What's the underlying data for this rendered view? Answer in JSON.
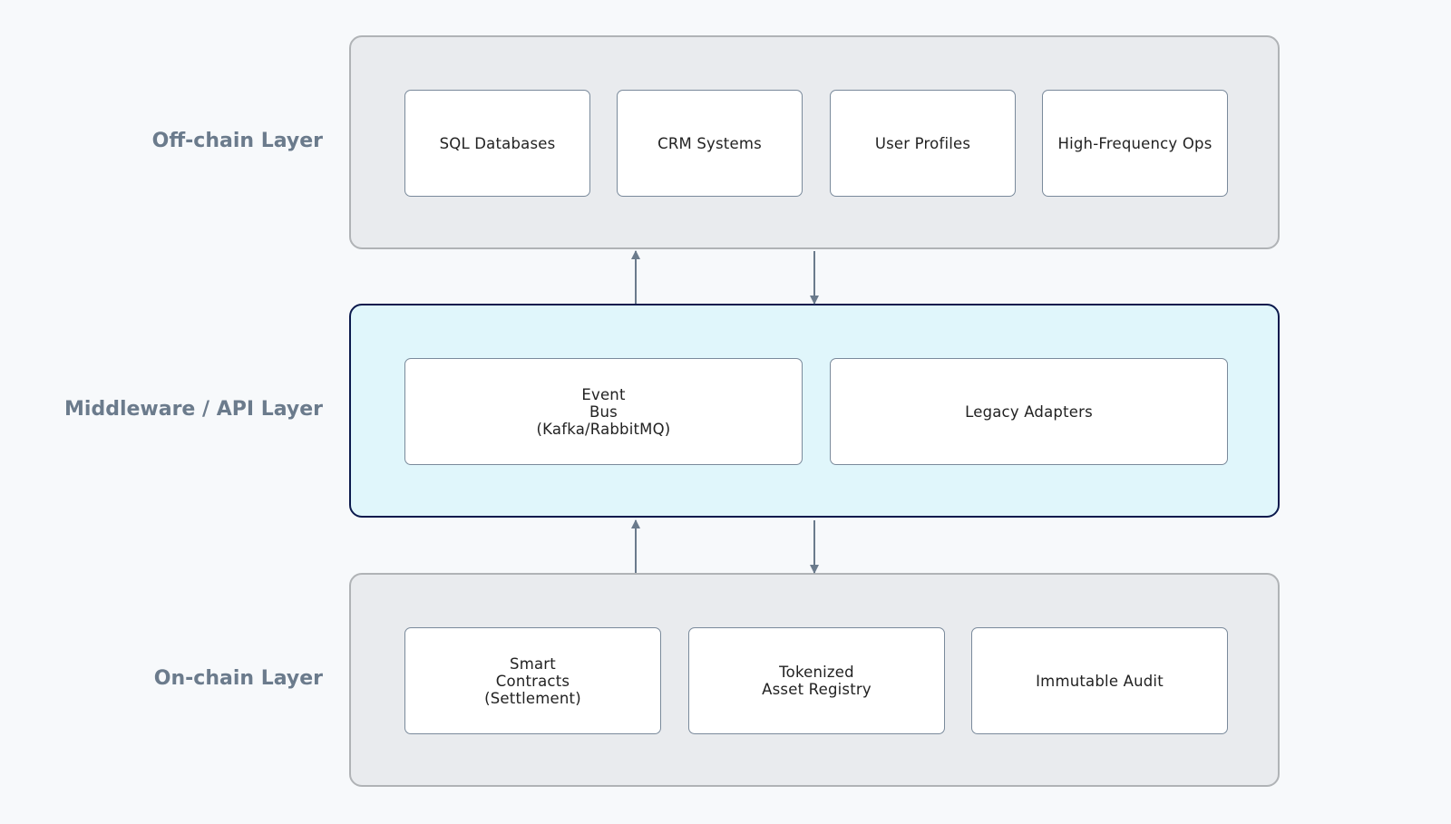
{
  "layers": {
    "offchain": {
      "label": "Off-chain Layer",
      "nodes": [
        "SQL Databases",
        "CRM Systems",
        "User Profiles",
        "High-Frequency Ops"
      ]
    },
    "middleware": {
      "label": "Middleware / API Layer",
      "nodes": [
        "Event\nBus\n(Kafka/RabbitMQ)",
        "Legacy Adapters"
      ]
    },
    "onchain": {
      "label": "On-chain Layer",
      "nodes": [
        "Smart\nContracts\n(Settlement)",
        "Tokenized\nAsset Registry",
        "Immutable Audit"
      ]
    }
  },
  "colors": {
    "background": "#f7f9fb",
    "layer_fill": "#e9ebee",
    "layer_border": "#b0b3b6",
    "middleware_fill": "#e0f6fb",
    "middleware_border": "#0c1a4d",
    "node_border": "#7a8a9b",
    "label_text": "#6b7b8c",
    "arrow": "#6b7b8c"
  }
}
